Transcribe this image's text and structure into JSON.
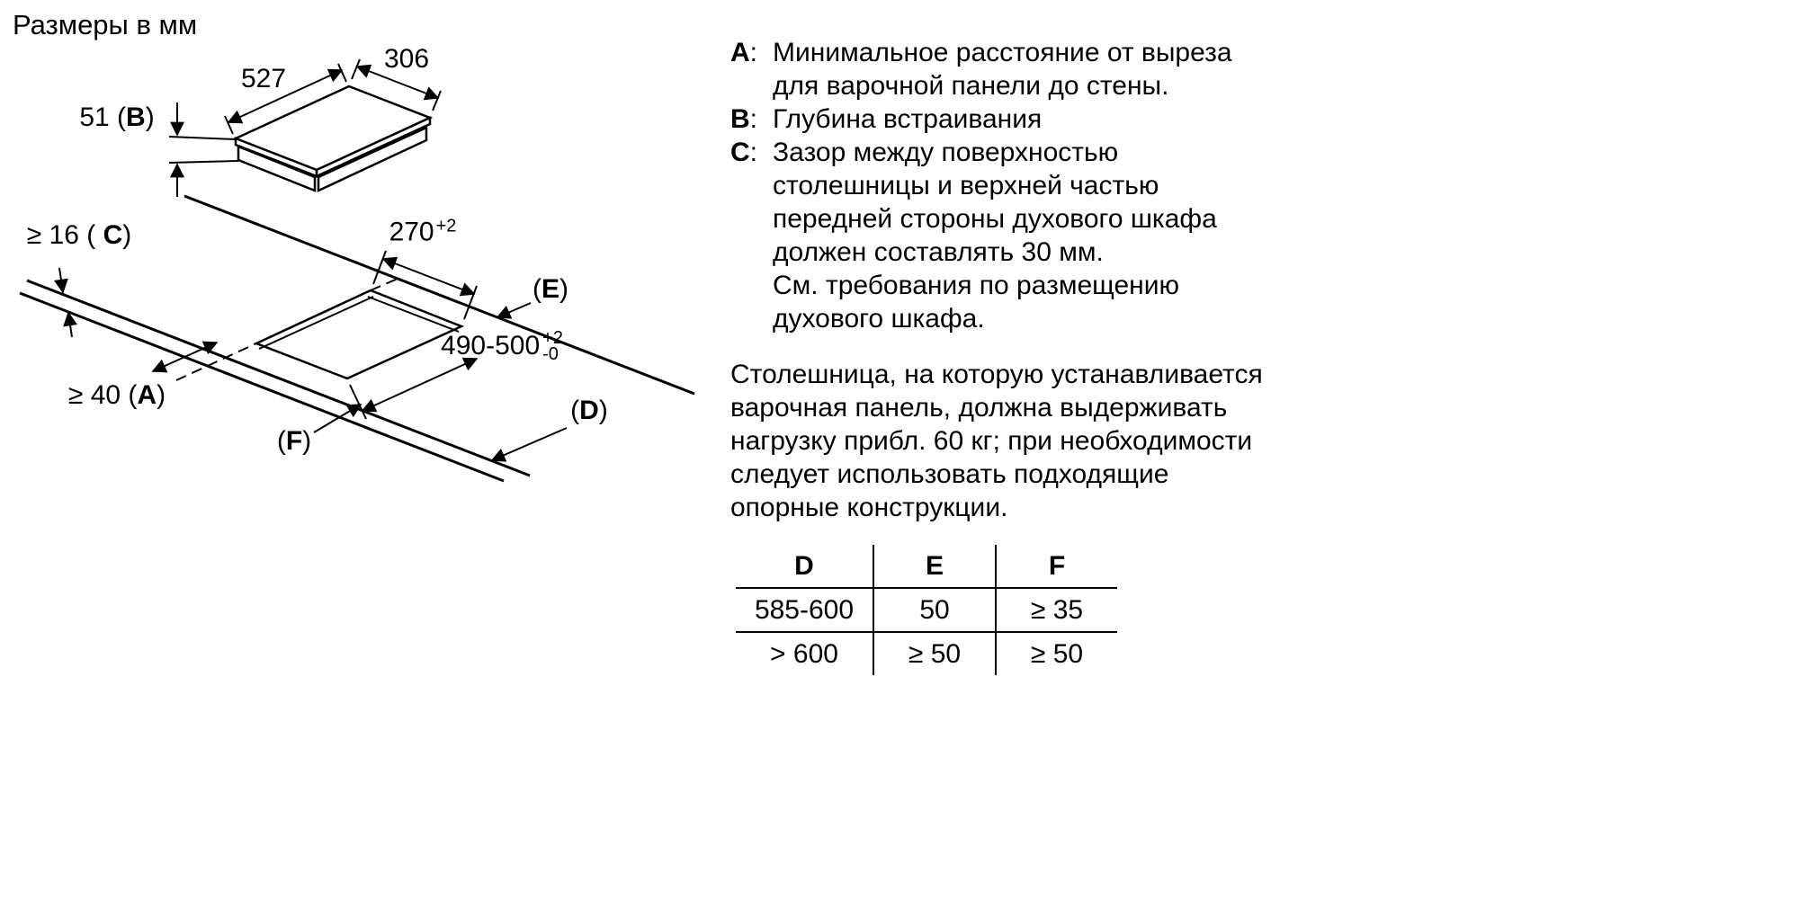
{
  "units_note": "Размеры в мм",
  "drawing": {
    "dim_527": "527",
    "dim_306": "306",
    "dim_51": {
      "prefix": "51 (",
      "letter": "B",
      "suffix": ")"
    },
    "dim_16": {
      "prefix": "≥ 16 ( ",
      "letter": "C",
      "suffix": ")"
    },
    "dim_40": {
      "prefix": "≥ 40 (",
      "letter": "A",
      "suffix": ")"
    },
    "dim_270": {
      "value": "270",
      "tol_sup": "+2"
    },
    "dim_490": {
      "value": "490-500",
      "tol_sup": "+2",
      "tol_sub": "-0"
    },
    "label_e": {
      "prefix": "(",
      "letter": "E",
      "suffix": ")"
    },
    "label_d": {
      "prefix": "(",
      "letter": "D",
      "suffix": ")"
    },
    "label_f": {
      "prefix": "(",
      "letter": "F",
      "suffix": ")"
    }
  },
  "legend": {
    "separator": ":",
    "items": [
      {
        "key": "A",
        "text": "Минимальное расстояние от выреза\nдля варочной панели до стены."
      },
      {
        "key": "B",
        "text": "Глубина встраивания"
      },
      {
        "key": "C",
        "text": "Зазор между поверхностью\nстолешницы и верхней частью\nпередней стороны духового шкафа\nдолжен составлять 30 мм.\nСм. требования по размещению\nдухового шкафа."
      }
    ]
  },
  "paragraph": "Столешница, на которую устанавливается\nварочная панель, должна выдерживать\nнагрузку прибл. 60 кг; при необходимости\nследует использовать подходящие\nопорные конструкции.",
  "table": {
    "headers": [
      "D",
      "E",
      "F"
    ],
    "rows": [
      [
        "585-600",
        "50",
        "≥ 35"
      ],
      [
        "> 600",
        "≥ 50",
        "≥ 50"
      ]
    ]
  }
}
